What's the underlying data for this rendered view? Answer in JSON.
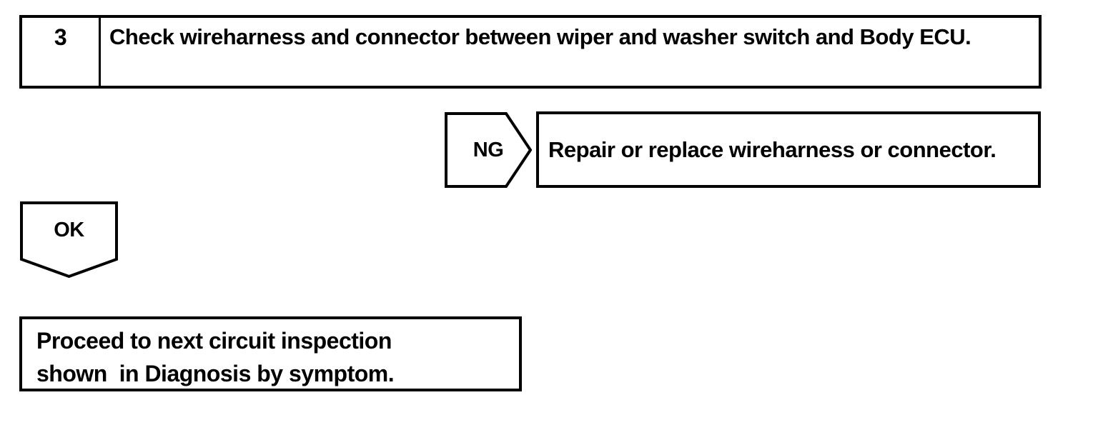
{
  "flowchart": {
    "step": {
      "number": "3",
      "instruction": "Check wireharness and connector between wiper and washer switch and Body ECU."
    },
    "ng_branch": {
      "label": "NG",
      "action": "Repair or replace wireharness or connector."
    },
    "ok_branch": {
      "label": "OK",
      "action": "Proceed to next circuit inspection\nshown  in Diagnosis by symptom."
    },
    "colors": {
      "ink": "#000000",
      "paper": "#ffffff"
    }
  }
}
